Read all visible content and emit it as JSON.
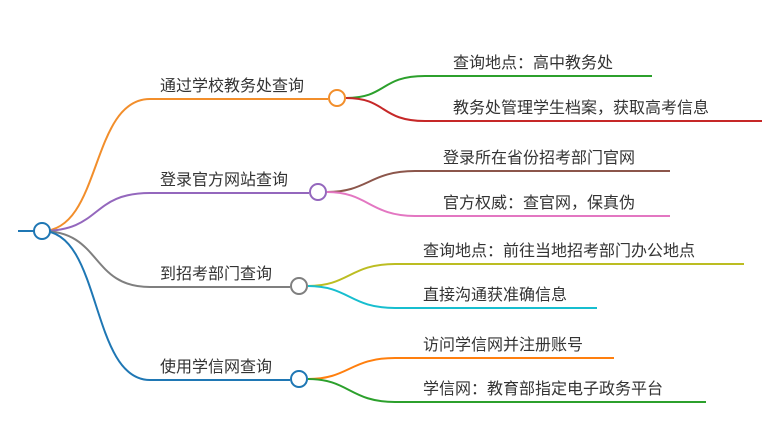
{
  "root": {
    "label": ""
  },
  "branches": [
    {
      "label": "通过学校教务处查询",
      "color": "#f28e2b",
      "children": [
        {
          "label": "查询地点：高中教务处",
          "color": "#2ca02c"
        },
        {
          "label": "教务处管理学生档案，获取高考信息",
          "color": "#c62828"
        }
      ]
    },
    {
      "label": "登录官方网站查询",
      "color": "#9467bd",
      "children": [
        {
          "label": "登录所在省份招考部门官网",
          "color": "#8c564b"
        },
        {
          "label": "官方权威：查官网，保真伪",
          "color": "#e377c2"
        }
      ]
    },
    {
      "label": "到招考部门查询",
      "color": "#7f7f7f",
      "children": [
        {
          "label": "查询地点：前往当地招考部门办公地点",
          "color": "#bcbd22"
        },
        {
          "label": "直接沟通获准确信息",
          "color": "#17becf"
        }
      ]
    },
    {
      "label": "使用学信网查询",
      "color": "#1f77b4",
      "children": [
        {
          "label": "访问学信网并注册账号",
          "color": "#ff7f0e"
        },
        {
          "label": "学信网：教育部指定电子政务平台",
          "color": "#2ca02c"
        }
      ]
    }
  ]
}
